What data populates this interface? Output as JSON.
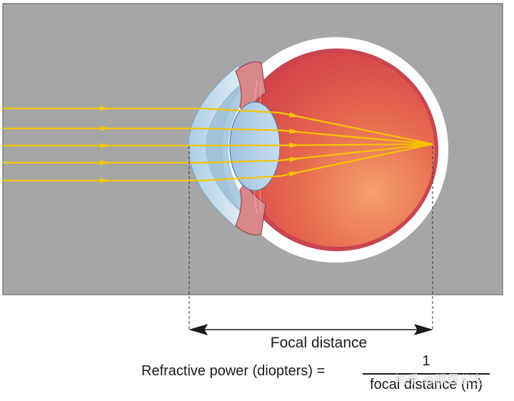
{
  "labels": {
    "focal_distance": "Focal distance",
    "formula_left": "Refractive power (diopters) =",
    "numerator": "1",
    "denominator": "focal distance (m)"
  },
  "watermark": "知乎 @眼界公主",
  "colors": {
    "background_panel": "#a6a6a6",
    "light_rays": "#f5c400",
    "retina": "#e05a4e",
    "sclera": "#ffffff",
    "cornea": "#cfe3ef",
    "lens": "#b9d4ea",
    "line": "#1a1a1a"
  }
}
